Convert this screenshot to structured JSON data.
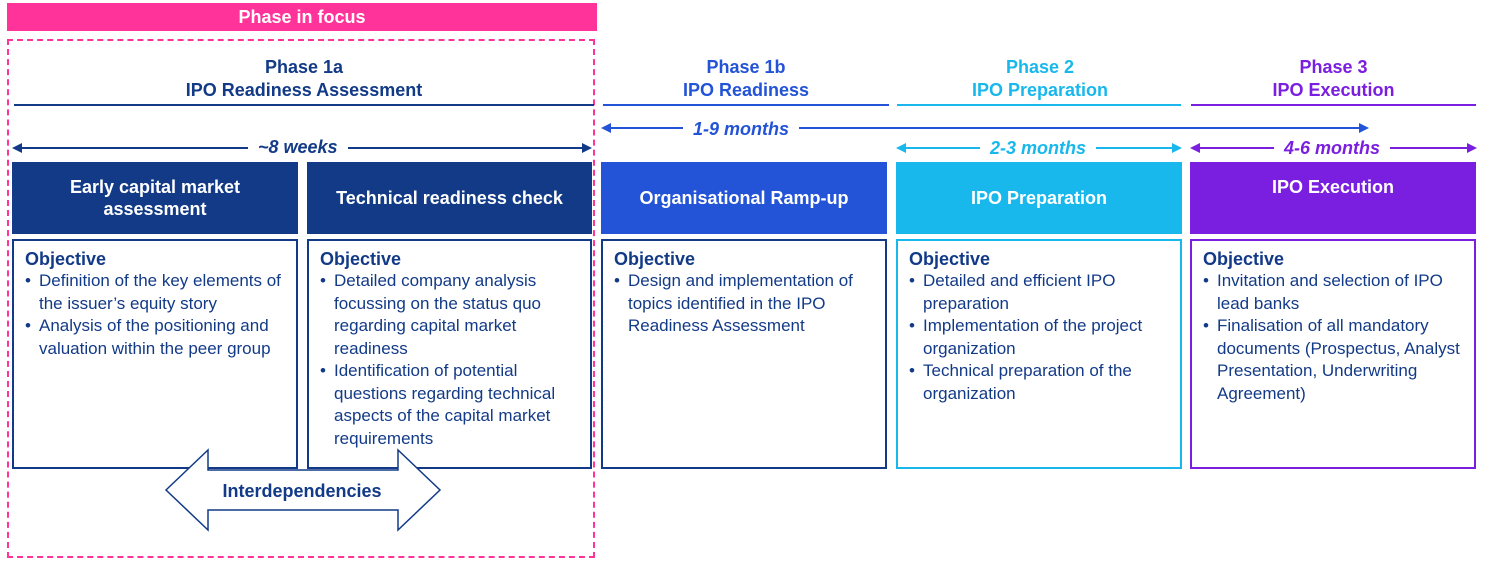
{
  "focus_banner": "Phase in focus",
  "phases": {
    "p1a": {
      "title": "Phase 1a",
      "subtitle": "IPO Readiness Assessment"
    },
    "p1b": {
      "title": "Phase 1b",
      "subtitle": "IPO Readiness"
    },
    "p2": {
      "title": "Phase 2",
      "subtitle": "IPO Preparation"
    },
    "p3": {
      "title": "Phase 3",
      "subtitle": "IPO Execution"
    }
  },
  "durations": {
    "d1": "~8 weeks",
    "d2": "1-9 months",
    "d3": "2-3 months",
    "d4": "4-6 months"
  },
  "steps": {
    "s1": "Early capital market assessment",
    "s2": "Technical readiness check",
    "s3": "Organisational Ramp-up",
    "s4": "IPO Preparation",
    "s5": "IPO Execution"
  },
  "cards": {
    "c1": {
      "heading": "Objective",
      "items": [
        "Definition of the key elements of the issuer’s equity story",
        "Analysis of the positioning and valuation within the peer group"
      ]
    },
    "c2": {
      "heading": "Objective",
      "items": [
        "Detailed company analysis focussing on the status quo regarding capital market readiness",
        "Identification of potential questions regarding technical aspects of the capital market requirements"
      ]
    },
    "c3": {
      "heading": "Objective",
      "items": [
        "Design and implementation of topics identified in the IPO Readiness Assessment"
      ]
    },
    "c4": {
      "heading": "Objective",
      "items": [
        "Detailed and efficient IPO preparation",
        "Implementation of the project organization",
        "Technical preparation of the organization"
      ]
    },
    "c5": {
      "heading": "Objective",
      "items": [
        "Invitation and selection of IPO lead banks",
        "Finalisation of all mandatory documents (Prospectus, Analyst Presentation, Underwriting Agreement)"
      ]
    }
  },
  "interdependencies": "Interdependencies",
  "colors": {
    "navy": "#123a87",
    "royal": "#2353d6",
    "cyan": "#19b8ec",
    "purple": "#7a1ee0",
    "pink": "#ff3399"
  }
}
